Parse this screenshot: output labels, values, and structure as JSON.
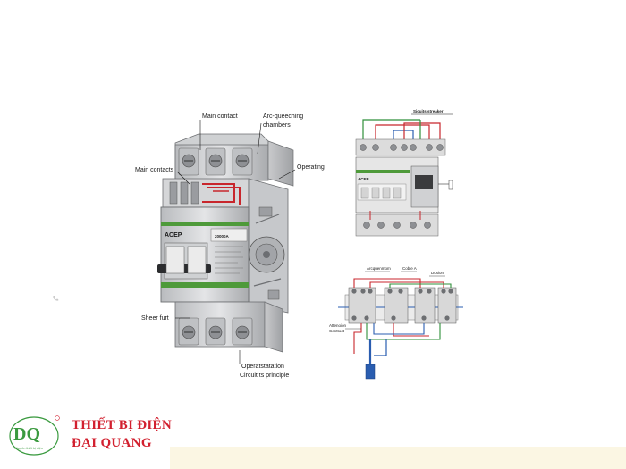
{
  "main_breaker": {
    "brand": "ACEP",
    "rating": "20000A",
    "labels": {
      "main_contact_top": "Main contact",
      "arc_quenching_line1": "Arc-queeching",
      "arc_quenching_line2": "chambers",
      "main_contact_side": "Main contacts",
      "operating": "Operating",
      "sheer_furt": "Sheer furt",
      "operation_station": "Operatstatation",
      "circuit_principle": "Circuit ts principle"
    }
  },
  "top_schematic": {
    "title": "Sicuits streaker",
    "brand": "ACEP"
  },
  "bottom_schematic": {
    "labels": {
      "arc_quenching": "Arcquenmom",
      "cable": "Coble A",
      "dosion": "Dosion",
      "action_line1": "Attenoion",
      "action_line2": "Conttoot"
    }
  },
  "brand": {
    "logo_text": "DQ",
    "logo_tagline": "Chuyên thiết bị điện",
    "name_line1": "THIẾT BỊ ĐIỆN",
    "name_line2": "ĐẠI QUANG"
  },
  "colors": {
    "accent_red": "#d2202f",
    "logo_green": "#3a9a3f",
    "breaker_body": "#d9dadc",
    "breaker_green_stripe": "#4e9a3a",
    "wire_red": "#c8262c",
    "wire_green": "#2f8f3a",
    "wire_blue": "#2a5db0"
  }
}
